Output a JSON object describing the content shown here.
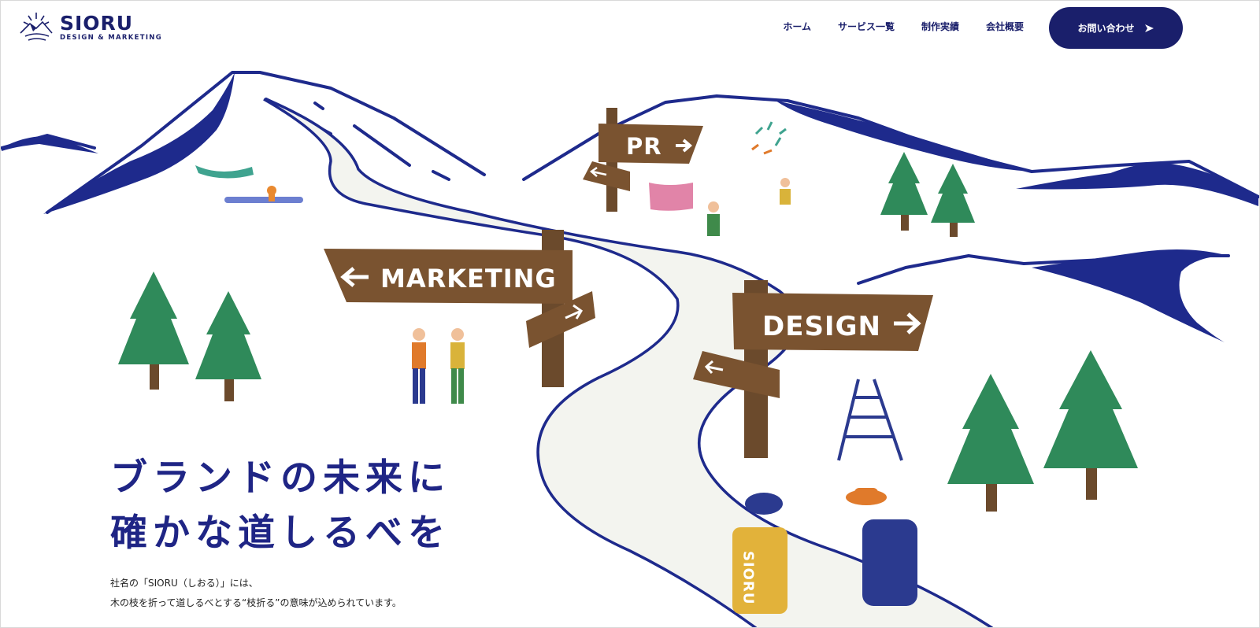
{
  "brand": {
    "name": "SIORU",
    "tagline": "DESIGN & MARKETING"
  },
  "nav": {
    "items": [
      "ホーム",
      "サービス一覧",
      "制作実績",
      "会社概要"
    ],
    "cta_label": "お問い合わせ"
  },
  "signs": {
    "pr": "PR",
    "marketing": "MARKETING",
    "design": "DESIGN",
    "backpack": "SIORU"
  },
  "hero": {
    "title_line1": "ブランドの未来に",
    "title_line2": "確かな道しるべを",
    "desc_line1": "社名の「SIORU（しおる）」には、",
    "desc_line2": "木の枝を折って道しるべとする“枝折る”の意味が込められています。"
  },
  "colors": {
    "navy": "#1a1f6b",
    "mountain": "#1e2a8c",
    "sign_brown": "#7a5330",
    "tree_green": "#2f8a5a",
    "path": "#f3f4ef"
  },
  "icons": [
    "logo-mountain-icon",
    "arrow-right-icon"
  ]
}
